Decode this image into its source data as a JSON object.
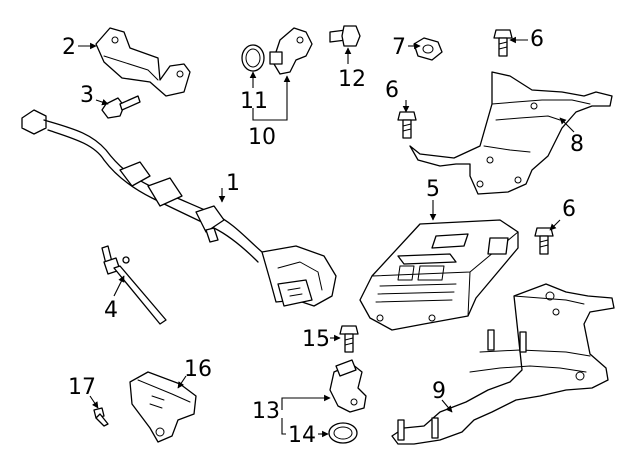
{
  "callouts": {
    "c1": "1",
    "c2": "2",
    "c3": "3",
    "c4": "4",
    "c5": "5",
    "c6a": "6",
    "c6b": "6",
    "c6c": "6",
    "c7": "7",
    "c8": "8",
    "c9": "9",
    "c10": "10",
    "c11": "11",
    "c12": "12",
    "c13": "13",
    "c14": "14",
    "c15": "15",
    "c16": "16",
    "c17": "17"
  },
  "colors": {
    "line": "#000000",
    "background": "#ffffff"
  }
}
